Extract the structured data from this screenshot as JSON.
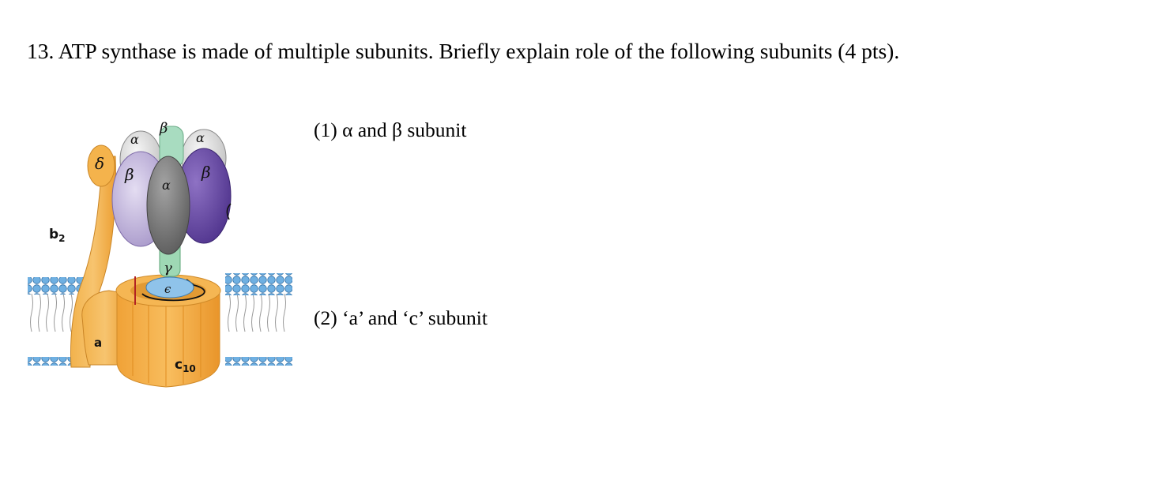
{
  "question": {
    "text": "13. ATP synthase is made of multiple subunits. Briefly explain role of the following subunits (4 pts)."
  },
  "parts": [
    {
      "text": "(1) α and β subunit"
    },
    {
      "text": "(2) ‘a’ and ‘c’ subunit"
    }
  ],
  "figure": {
    "labels": {
      "alpha": "α",
      "beta": "β",
      "delta": "δ",
      "gamma": "γ",
      "epsilon": "ϵ",
      "b_main": "b",
      "b_sub": "2",
      "a": "a",
      "c_main": "c",
      "c_sub": "10"
    }
  }
}
